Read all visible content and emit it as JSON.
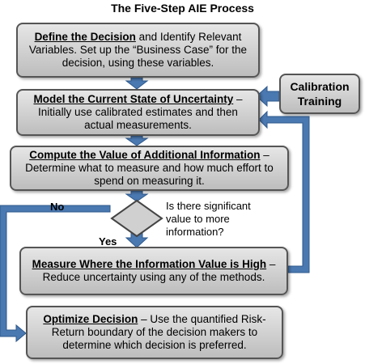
{
  "title": "The Five-Step AIE Process",
  "steps": {
    "define": {
      "heading": "Define the Decision",
      "text": " and Identify Relevant Variables. Set up the “Business Case” for the decision, using these variables."
    },
    "model": {
      "heading": "Model the Current State of Uncertainty",
      "text": " – Initially use calibrated estimates and then actual measurements."
    },
    "compute": {
      "heading": "Compute the Value of Additional Information",
      "text": " – Determine what to measure and how much effort to spend on measuring it."
    },
    "measure": {
      "heading": "Measure Where the Information Value is High",
      "text": " – Reduce uncertainty using any of the methods."
    },
    "optimize": {
      "heading": "Optimize Decision",
      "text": " – Use the quantified Risk-Return boundary of the decision makers to determine which decision is preferred."
    }
  },
  "calibration": "Calibration Training",
  "decision": {
    "question": "Is there significant value to more information?",
    "no_label": "No",
    "yes_label": "Yes"
  },
  "colors": {
    "arrow": "#4a78b0",
    "arrow_edge": "#2f5a8c",
    "box_border": "#555555",
    "diamond": "#d0d0d0"
  }
}
